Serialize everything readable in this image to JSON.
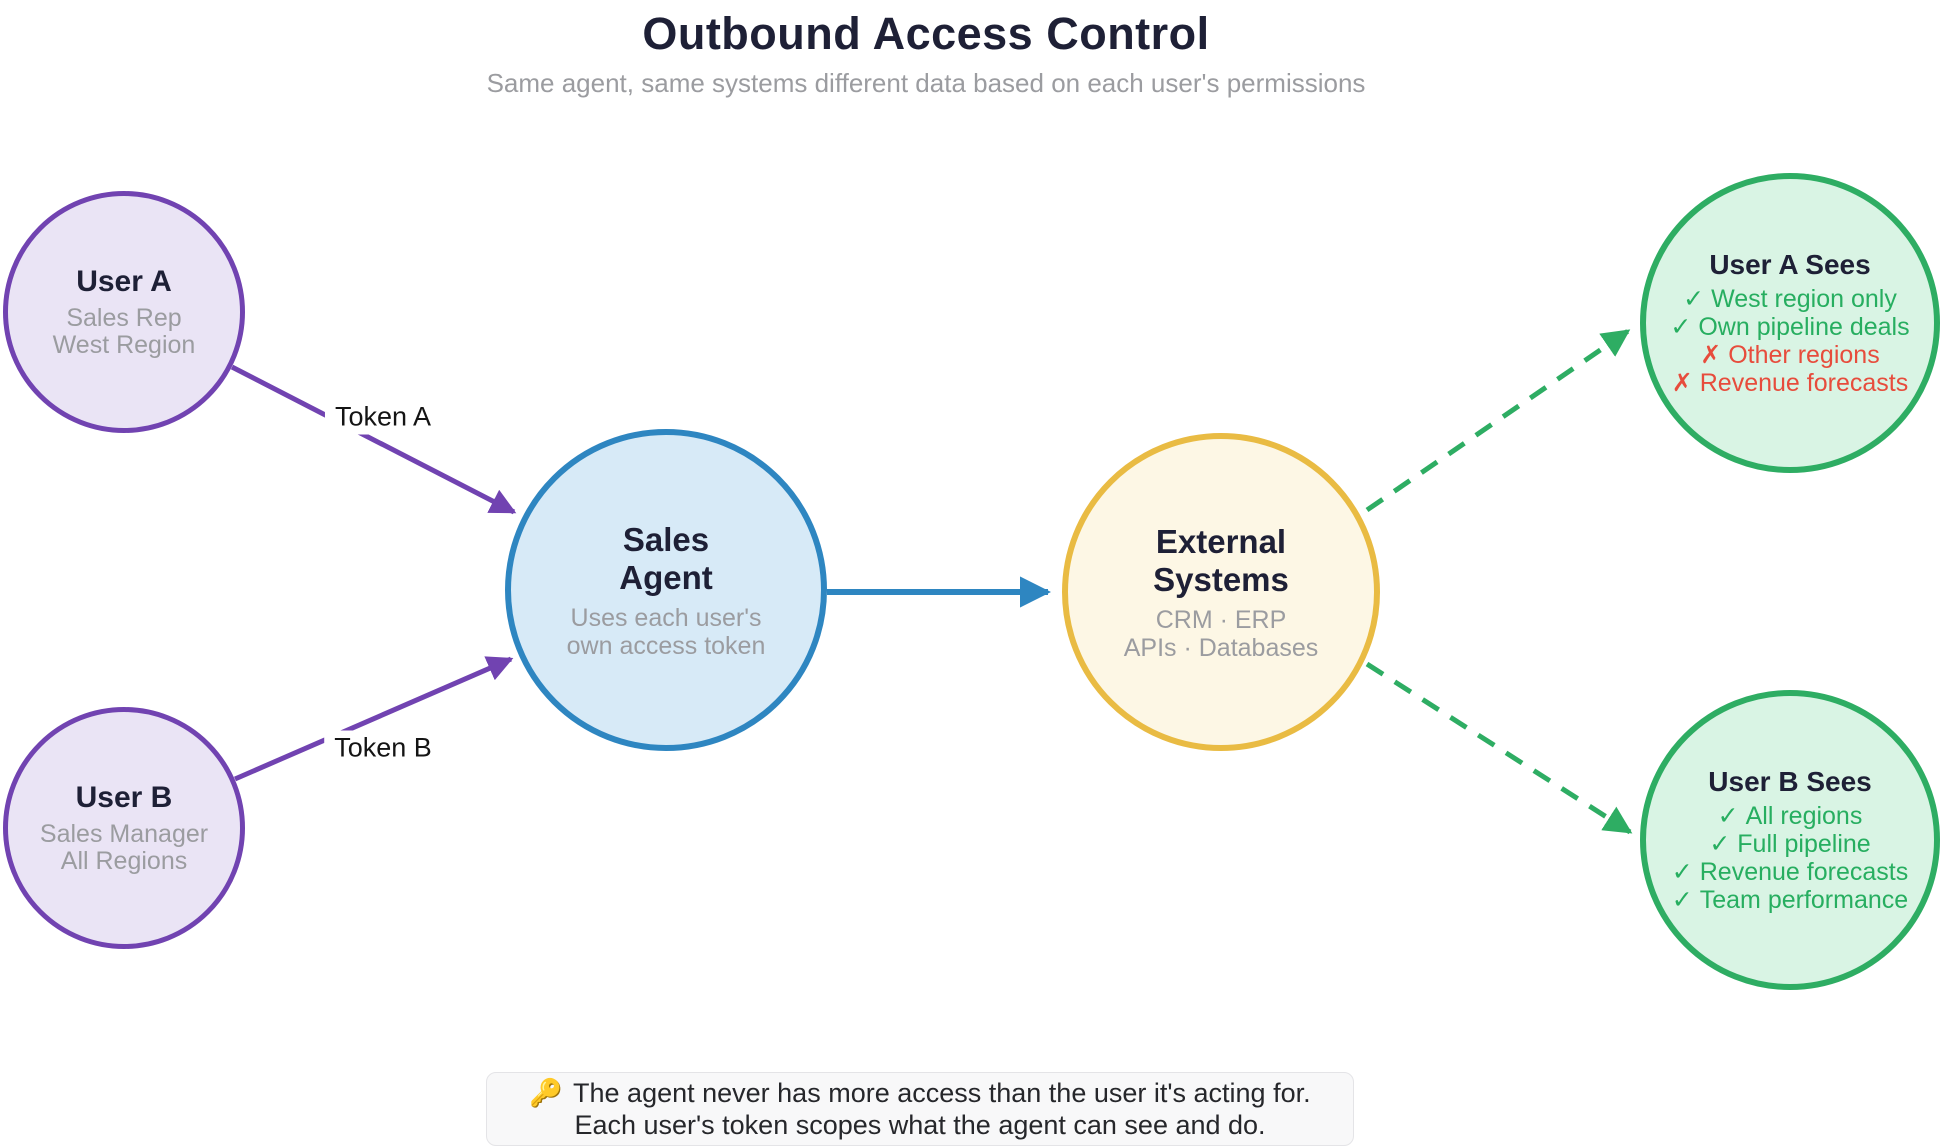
{
  "title": "Outbound Access Control",
  "subtitle": "Same agent, same systems different data based on each user's permissions",
  "tokens": {
    "a": "Token A",
    "b": "Token B"
  },
  "nodes": {
    "user_a": {
      "name": "User A",
      "role": "Sales Rep",
      "scope": "West Region"
    },
    "user_b": {
      "name": "User B",
      "role": "Sales Manager",
      "scope": "All Regions"
    },
    "agent": {
      "name_line1": "Sales",
      "name_line2": "Agent",
      "desc_line1": "Uses each user's",
      "desc_line2": "own access token"
    },
    "external": {
      "name_line1": "External",
      "name_line2": "Systems",
      "desc_line1": "CRM · ERP",
      "desc_line2": "APIs · Databases"
    },
    "user_a_sees": {
      "title": "User A Sees",
      "items": [
        {
          "mark": "✓",
          "text": "West region only",
          "status": "allowed"
        },
        {
          "mark": "✓",
          "text": "Own pipeline deals",
          "status": "allowed"
        },
        {
          "mark": "✗",
          "text": "Other regions",
          "status": "denied"
        },
        {
          "mark": "✗",
          "text": "Revenue forecasts",
          "status": "denied"
        }
      ]
    },
    "user_b_sees": {
      "title": "User B Sees",
      "items": [
        {
          "mark": "✓",
          "text": "All regions",
          "status": "allowed"
        },
        {
          "mark": "✓",
          "text": "Full pipeline",
          "status": "allowed"
        },
        {
          "mark": "✓",
          "text": "Revenue forecasts",
          "status": "allowed"
        },
        {
          "mark": "✓",
          "text": "Team performance",
          "status": "allowed"
        }
      ]
    }
  },
  "note": {
    "icon": "🔑",
    "line1": "The agent never has more access than the user it's acting for.",
    "line2": "Each user's token scopes what the agent can see and do."
  },
  "colors": {
    "purple": "#7143b1",
    "purple_fill": "#eae4f5",
    "blue": "#2e86c1",
    "blue_fill": "#d7eaf7",
    "gold": "#e9bb43",
    "gold_fill": "#fdf7e5",
    "green": "#2ead63",
    "green_fill": "#d9f4e4",
    "allowed_text": "#27ae60",
    "denied_text": "#e74c3c",
    "heading_text": "#1e2036",
    "muted_text": "#9b9ca0"
  }
}
